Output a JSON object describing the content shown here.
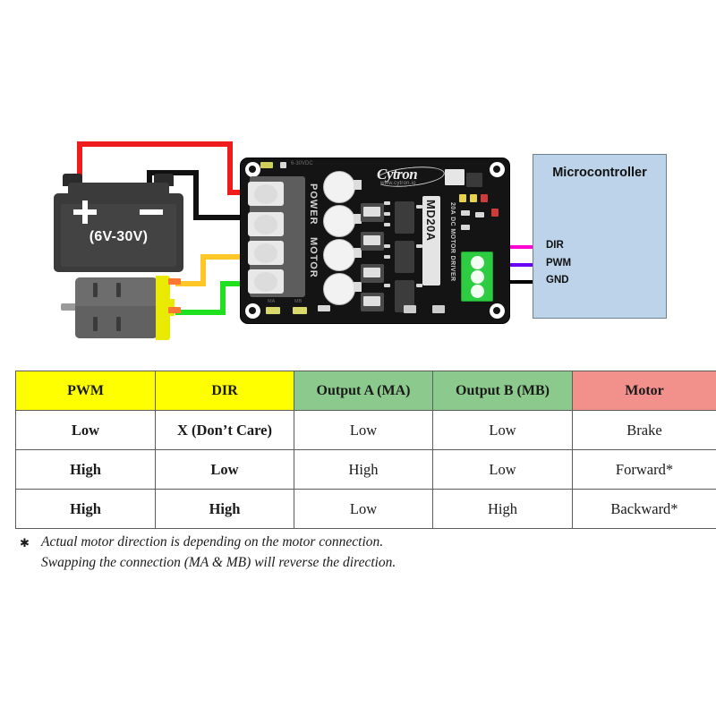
{
  "diagram": {
    "battery": {
      "name": "battery",
      "plus": "+",
      "minus": "−",
      "voltage_label": "(6V-30V)"
    },
    "motor": {
      "name": "dc-motor"
    },
    "board": {
      "brand": "Cytron",
      "url": "www.cytron.io",
      "model": "MD20A",
      "subtitle": "20A DC MOTOR DRIVER",
      "silk_power": "POWER",
      "silk_motor": "MOTOR",
      "silk_input_voltage": "6-30VDC",
      "silk_ma": "MA",
      "silk_mb": "MB"
    },
    "microcontroller": {
      "title": "Microcontroller",
      "pins": [
        {
          "label": "DIR",
          "color": "#ff00d4"
        },
        {
          "label": "PWM",
          "color": "#6a00f4"
        },
        {
          "label": "GND",
          "color": "#000000"
        }
      ]
    },
    "wires": {
      "battery_positive_color": "#ee1c1c",
      "battery_negative_color": "#111111",
      "motor_a_color": "#ffc627",
      "motor_b_color": "#20e020"
    }
  },
  "table": {
    "columns": [
      {
        "label": "PWM",
        "header_style": "hdr-yellow"
      },
      {
        "label": "DIR",
        "header_style": "hdr-yellow"
      },
      {
        "label": "Output A (MA)",
        "header_style": "hdr-green"
      },
      {
        "label": "Output B (MB)",
        "header_style": "hdr-green"
      },
      {
        "label": "Motor",
        "header_style": "hdr-red"
      }
    ],
    "rows": [
      {
        "pwm": "Low",
        "dir": "X (Don’t Care)",
        "out_a": "Low",
        "out_b": "Low",
        "motor": "Brake"
      },
      {
        "pwm": "High",
        "dir": "Low",
        "out_a": "High",
        "out_b": "Low",
        "motor": "Forward*"
      },
      {
        "pwm": "High",
        "dir": "High",
        "out_a": "Low",
        "out_b": "High",
        "motor": "Backward*"
      }
    ]
  },
  "footnote": {
    "marker": "✱",
    "line1": "Actual motor direction is depending on the motor connection.",
    "line2": "Swapping the connection (MA & MB) will reverse the direction."
  }
}
